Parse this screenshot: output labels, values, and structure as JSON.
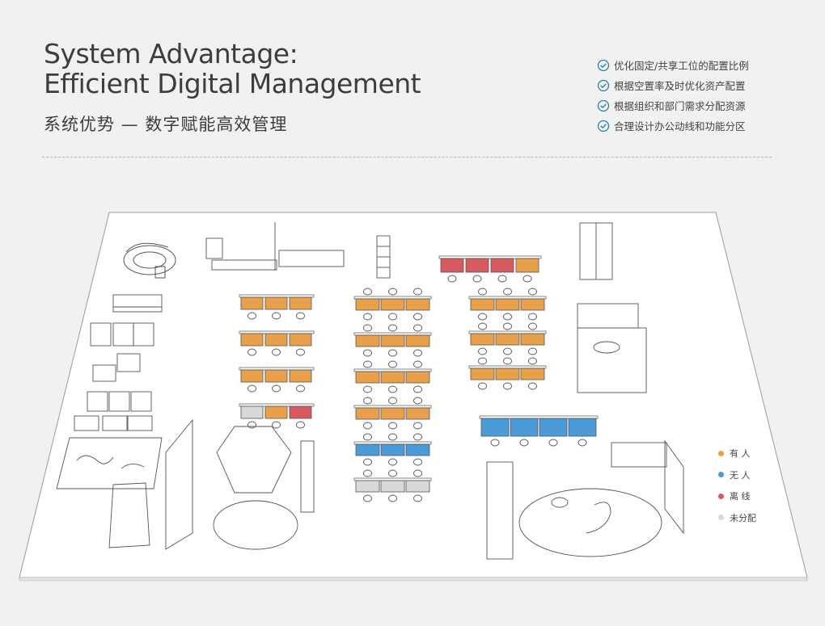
{
  "header": {
    "title_line1": "System Advantage:",
    "title_line2": "Efficient Digital Management",
    "subtitle": "系统优势 — 数字赋能高效管理"
  },
  "features": [
    "优化固定/共享工位的配置比例",
    "根据空置率及时优化资产配置",
    "根据组织和部门需求分配资源",
    "合理设计办公动线和功能分区"
  ],
  "legend": [
    {
      "label": "有 人",
      "color": "#e8a04b"
    },
    {
      "label": "无 人",
      "color": "#4a9bd6"
    },
    {
      "label": "离 线",
      "color": "#d65a5e"
    },
    {
      "label": "未分配",
      "color": "#d9d9d9"
    }
  ],
  "colors": {
    "accent": "#2e7fa8",
    "occupied": "#e8a04b",
    "vacant": "#4a9bd6",
    "offline": "#d65a5e",
    "unassigned": "#d9d9d9"
  },
  "desk_clusters": [
    {
      "zone": "left-upper",
      "rows": [
        [
          "occupied",
          "occupied",
          "occupied"
        ],
        [
          "occupied",
          "occupied",
          "occupied"
        ],
        [
          "occupied",
          "occupied",
          "occupied"
        ],
        [
          "unassigned",
          "occupied",
          "offline"
        ]
      ]
    },
    {
      "zone": "center",
      "rows": [
        [
          "occupied",
          "occupied",
          "occupied"
        ],
        [
          "occupied",
          "occupied",
          "occupied"
        ],
        [
          "occupied",
          "occupied",
          "occupied"
        ],
        [
          "occupied",
          "occupied",
          "occupied"
        ],
        [
          "vacant",
          "vacant",
          "vacant"
        ],
        [
          "unassigned",
          "unassigned",
          "unassigned"
        ]
      ]
    },
    {
      "zone": "right-upper",
      "rows": [
        [
          "occupied",
          "occupied",
          "occupied"
        ],
        [
          "occupied",
          "occupied",
          "occupied"
        ],
        [
          "occupied",
          "occupied",
          "occupied"
        ]
      ]
    },
    {
      "zone": "right-blue",
      "rows": [
        [
          "vacant",
          "vacant",
          "vacant",
          "vacant"
        ]
      ]
    },
    {
      "zone": "top-red",
      "rows": [
        [
          "offline",
          "offline",
          "offline",
          "occupied"
        ]
      ]
    }
  ]
}
